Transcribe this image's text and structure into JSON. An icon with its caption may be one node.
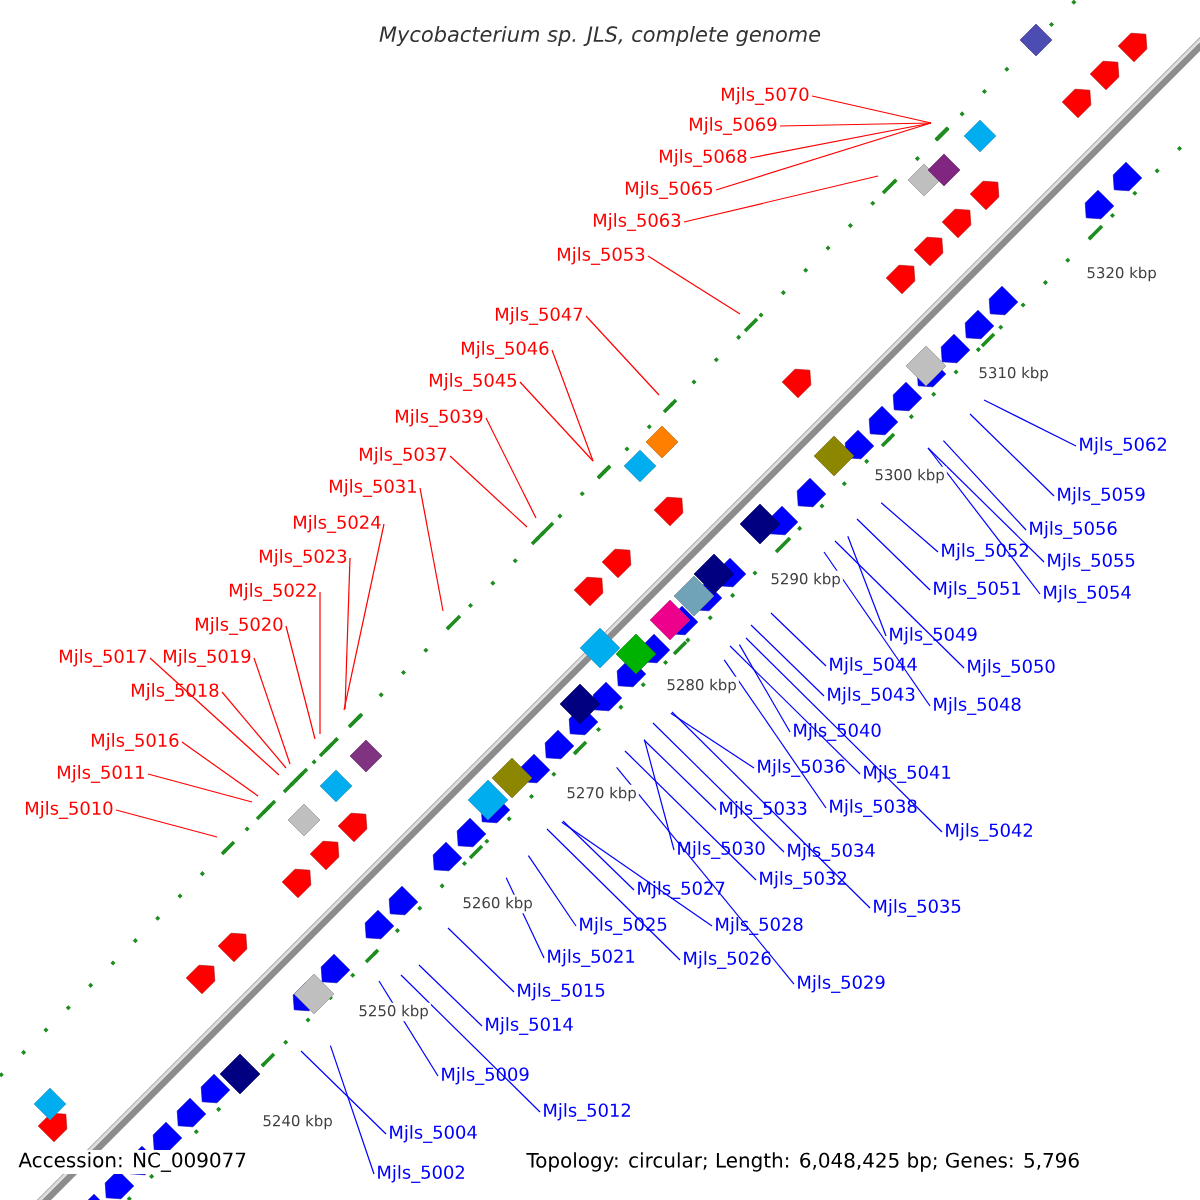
{
  "diagram": {
    "title": "Mycobacterium sp. JLS, complete genome",
    "nodes": [
      {
        "text": [
          "Mjls_5070"
        ]
      },
      {
        "text": [
          "Mjls_5069"
        ]
      },
      {
        "text": [
          "Mjls_5068"
        ]
      },
      {
        "text": [
          "Mjls_5065"
        ]
      },
      {
        "text": [
          "Mjls_5063"
        ]
      },
      {
        "text": [
          "Mjls_5053"
        ]
      },
      {
        "text": [
          "Mjls_5047"
        ]
      },
      {
        "text": [
          "Mjls_5046"
        ]
      },
      {
        "text": [
          "Mjls_5045"
        ]
      },
      {
        "text": [
          "Mjls_5039"
        ]
      },
      {
        "text": [
          "Mjls_5037"
        ]
      },
      {
        "text": [
          "Mjls_5031"
        ]
      },
      {
        "text": [
          "Mjls_5024"
        ]
      },
      {
        "text": [
          "Mjls_5023"
        ]
      },
      {
        "text": [
          "Mjls_5022"
        ]
      },
      {
        "text": [
          "Mjls_5020"
        ]
      },
      {
        "text": [
          "Mjls_5017"
        ]
      },
      {
        "text": [
          "Mjls_5019"
        ]
      },
      {
        "text": [
          "Mjls_5018"
        ]
      },
      {
        "text": [
          "Mjls_5016"
        ]
      },
      {
        "text": [
          "Mjls_5011"
        ]
      },
      {
        "text": [
          "Mjls_5010"
        ]
      },
      {
        "text": [
          "Mjls_5062"
        ]
      },
      {
        "text": [
          "Mjls_5059"
        ]
      },
      {
        "text": [
          "Mjls_5056"
        ]
      },
      {
        "text": [
          "Mjls_5052"
        ]
      },
      {
        "text": [
          "Mjls_5055"
        ]
      },
      {
        "text": [
          "Mjls_5051"
        ]
      },
      {
        "text": [
          "Mjls_5054"
        ]
      },
      {
        "text": [
          "Mjls_5049"
        ]
      },
      {
        "text": [
          "Mjls_5044"
        ]
      },
      {
        "text": [
          "Mjls_5050"
        ]
      },
      {
        "text": [
          "Mjls_5043"
        ]
      },
      {
        "text": [
          "Mjls_5048"
        ]
      },
      {
        "text": [
          "Mjls_5040"
        ]
      },
      {
        "text": [
          "Mjls_5036"
        ]
      },
      {
        "text": [
          "Mjls_5041"
        ]
      },
      {
        "text": [
          "Mjls_5038"
        ]
      },
      {
        "text": [
          "Mjls_5033"
        ]
      },
      {
        "text": [
          "Mjls_5042"
        ]
      },
      {
        "text": [
          "Mjls_5030"
        ]
      },
      {
        "text": [
          "Mjls_5034"
        ]
      },
      {
        "text": [
          "Mjls_5032"
        ]
      },
      {
        "text": [
          "Mjls_5027"
        ]
      },
      {
        "text": [
          "Mjls_5035"
        ]
      },
      {
        "text": [
          "Mjls_5028"
        ]
      },
      {
        "text": [
          "Mjls_5025"
        ]
      },
      {
        "text": [
          "Mjls_5021"
        ]
      },
      {
        "text": [
          "Mjls_5026"
        ]
      },
      {
        "text": [
          "Mjls_5029"
        ]
      },
      {
        "text": [
          "Mjls_5015"
        ]
      },
      {
        "text": [
          "Mjls_5014"
        ]
      },
      {
        "text": [
          "Mjls_5009"
        ]
      },
      {
        "text": [
          "Mjls_5012"
        ]
      },
      {
        "text": [
          "Mjls_5004"
        ]
      },
      {
        "text": [
          "Mjls_5002"
        ]
      }
    ],
    "edges": [
      {
        "from": 0,
        "to": null,
        "arrow": "none",
        "color": "#ff0000"
      },
      {
        "from": 1,
        "to": null,
        "arrow": "none",
        "color": "#ff0000"
      },
      {
        "from": 2,
        "to": null,
        "arrow": "none",
        "color": "#ff0000"
      },
      {
        "from": 3,
        "to": null,
        "arrow": "none",
        "color": "#ff0000"
      },
      {
        "from": 4,
        "to": null,
        "arrow": "none",
        "color": "#ff0000"
      },
      {
        "from": 5,
        "to": null,
        "arrow": "none",
        "color": "#ff0000"
      },
      {
        "from": 6,
        "to": null,
        "arrow": "none",
        "color": "#ff0000"
      },
      {
        "from": 7,
        "to": null,
        "arrow": "none",
        "color": "#ff0000"
      },
      {
        "from": 8,
        "to": null,
        "arrow": "none",
        "color": "#ff0000"
      },
      {
        "from": 9,
        "to": null,
        "arrow": "none",
        "color": "#ff0000"
      },
      {
        "from": 10,
        "to": null,
        "arrow": "none",
        "color": "#ff0000"
      },
      {
        "from": 11,
        "to": null,
        "arrow": "none",
        "color": "#ff0000"
      },
      {
        "from": 12,
        "to": null,
        "arrow": "none",
        "color": "#ff0000"
      },
      {
        "from": 13,
        "to": null,
        "arrow": "none",
        "color": "#ff0000"
      },
      {
        "from": 14,
        "to": null,
        "arrow": "none",
        "color": "#ff0000"
      },
      {
        "from": 15,
        "to": null,
        "arrow": "none",
        "color": "#ff0000"
      },
      {
        "from": 16,
        "to": null,
        "arrow": "none",
        "color": "#ff0000"
      },
      {
        "from": 17,
        "to": null,
        "arrow": "none",
        "color": "#ff0000"
      },
      {
        "from": 18,
        "to": null,
        "arrow": "none",
        "color": "#ff0000"
      },
      {
        "from": 19,
        "to": null,
        "arrow": "none",
        "color": "#ff0000"
      },
      {
        "from": 20,
        "to": null,
        "arrow": "none",
        "color": "#ff0000"
      },
      {
        "from": 21,
        "to": null,
        "arrow": "none",
        "color": "#ff0000"
      },
      {
        "from": 22,
        "to": null,
        "arrow": "none"
      },
      {
        "from": 23,
        "to": null,
        "arrow": "none"
      },
      {
        "from": 24,
        "to": null,
        "arrow": "none"
      },
      {
        "from": 25,
        "to": null,
        "arrow": "none"
      },
      {
        "from": 26,
        "to": null,
        "arrow": "none"
      },
      {
        "from": 27,
        "to": null,
        "arrow": "none"
      },
      {
        "from": 28,
        "to": null,
        "arrow": "none"
      },
      {
        "from": 29,
        "to": null,
        "arrow": "none"
      },
      {
        "from": 30,
        "to": null,
        "arrow": "none"
      },
      {
        "from": 31,
        "to": null,
        "arrow": "none"
      },
      {
        "from": 32,
        "to": null,
        "arrow": "none"
      },
      {
        "from": 33,
        "to": null,
        "arrow": "none"
      },
      {
        "from": 34,
        "to": null,
        "arrow": "none"
      },
      {
        "from": 35,
        "to": null,
        "arrow": "none"
      },
      {
        "from": 36,
        "to": null,
        "arrow": "none"
      },
      {
        "from": 37,
        "to": null,
        "arrow": "none"
      },
      {
        "from": 38,
        "to": null,
        "arrow": "none"
      },
      {
        "from": 39,
        "to": null,
        "arrow": "none"
      },
      {
        "from": 40,
        "to": null,
        "arrow": "none"
      },
      {
        "from": 41,
        "to": null,
        "arrow": "none"
      },
      {
        "from": 42,
        "to": null,
        "arrow": "none"
      },
      {
        "from": 43,
        "to": null,
        "arrow": "none"
      },
      {
        "from": 44,
        "to": null,
        "arrow": "none"
      },
      {
        "from": 45,
        "to": null,
        "arrow": "none"
      },
      {
        "from": 46,
        "to": null,
        "arrow": "none"
      },
      {
        "from": 47,
        "to": null,
        "arrow": "none"
      },
      {
        "from": 48,
        "to": null,
        "arrow": "none"
      },
      {
        "from": 49,
        "to": null,
        "arrow": "none"
      },
      {
        "from": 50,
        "to": null,
        "arrow": "none"
      },
      {
        "from": 51,
        "to": null,
        "arrow": "none"
      },
      {
        "from": 52,
        "to": null,
        "arrow": "none"
      },
      {
        "from": 53,
        "to": null,
        "arrow": "none"
      },
      {
        "from": 54,
        "to": null,
        "arrow": "none"
      },
      {
        "from": 55,
        "to": null,
        "arrow": "none"
      }
    ],
    "labels": [
      "5320 kbp",
      "5310 kbp",
      "5300 kbp",
      "5290 kbp",
      "5280 kbp",
      "5270 kbp",
      "5260 kbp",
      "5250 kbp",
      "5240 kbp",
      "Accession: NC_009077",
      "Topology: circular; Length: 6,048,425 bp; Genes: 5,796"
    ]
  }
}
